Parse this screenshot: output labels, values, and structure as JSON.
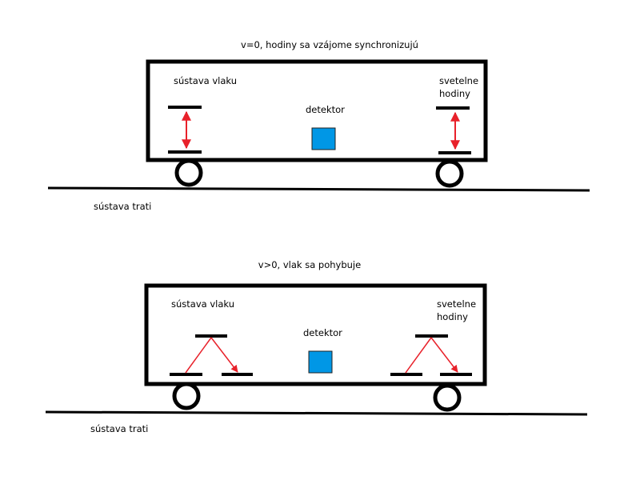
{
  "colors": {
    "background": "#ffffff",
    "stroke": "#000000",
    "light_ray": "#e8212a",
    "detector_fill": "#0097e6",
    "detector_outline": "#222222"
  },
  "scene_top": {
    "title": "v=0, hodiny sa vzájome synchronizujú",
    "train_label": "sústava vlaku",
    "clock_label_line1": "svetelne",
    "clock_label_line2": "hodiny",
    "detector_label": "detektor",
    "track_label": "sústava trati"
  },
  "scene_bottom": {
    "title": "v>0, vlak sa pohybuje",
    "train_label": "sústava vlaku",
    "clock_label_line1": "svetelne",
    "clock_label_line2": "hodiny",
    "detector_label": "detektor",
    "track_label": "sústava trati"
  }
}
